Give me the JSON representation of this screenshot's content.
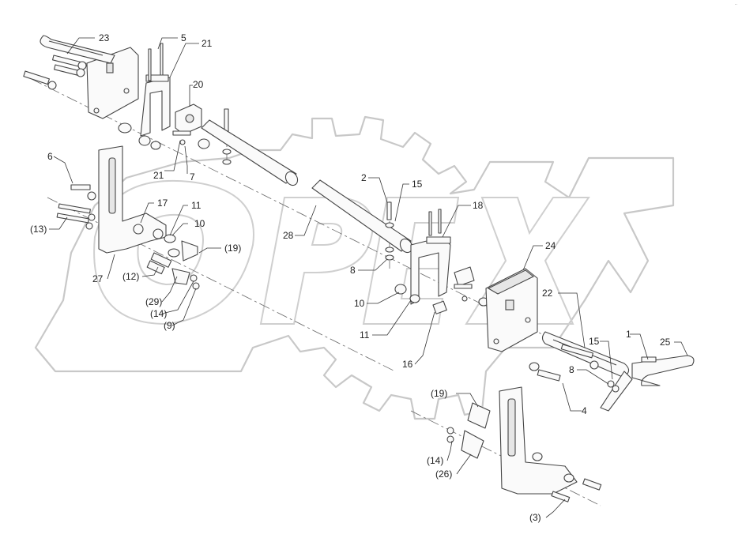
{
  "logo": {
    "text": "OPEX",
    "description_icon": "gear-watermark"
  },
  "corner_mark": "..",
  "callouts": [
    {
      "id": "c23",
      "text": "23"
    },
    {
      "id": "c5",
      "text": "5"
    },
    {
      "id": "c21a",
      "text": "21"
    },
    {
      "id": "c20",
      "text": "20"
    },
    {
      "id": "c6",
      "text": "6"
    },
    {
      "id": "c21b",
      "text": "21"
    },
    {
      "id": "c7",
      "text": "7"
    },
    {
      "id": "c17",
      "text": "17"
    },
    {
      "id": "c11a",
      "text": "11"
    },
    {
      "id": "c10a",
      "text": "10"
    },
    {
      "id": "c13",
      "text": "(13)"
    },
    {
      "id": "c19a",
      "text": "(19)"
    },
    {
      "id": "c27",
      "text": "27"
    },
    {
      "id": "c12",
      "text": "(12)"
    },
    {
      "id": "c29",
      "text": "(29)"
    },
    {
      "id": "c14a",
      "text": "(14)"
    },
    {
      "id": "c9",
      "text": "(9)"
    },
    {
      "id": "c2",
      "text": "2"
    },
    {
      "id": "c15a",
      "text": "15"
    },
    {
      "id": "c18",
      "text": "18"
    },
    {
      "id": "c28",
      "text": "28"
    },
    {
      "id": "c8a",
      "text": "8"
    },
    {
      "id": "c24",
      "text": "24"
    },
    {
      "id": "c10b",
      "text": "10"
    },
    {
      "id": "c22",
      "text": "22"
    },
    {
      "id": "c11b",
      "text": "11"
    },
    {
      "id": "c1",
      "text": "1"
    },
    {
      "id": "c25",
      "text": "25"
    },
    {
      "id": "c15b",
      "text": "15"
    },
    {
      "id": "c16",
      "text": "16"
    },
    {
      "id": "c8b",
      "text": "8"
    },
    {
      "id": "c4",
      "text": "4"
    },
    {
      "id": "c19b",
      "text": "(19)"
    },
    {
      "id": "c14b",
      "text": "(14)"
    },
    {
      "id": "c26",
      "text": "(26)"
    },
    {
      "id": "c3",
      "text": "(3)"
    }
  ]
}
